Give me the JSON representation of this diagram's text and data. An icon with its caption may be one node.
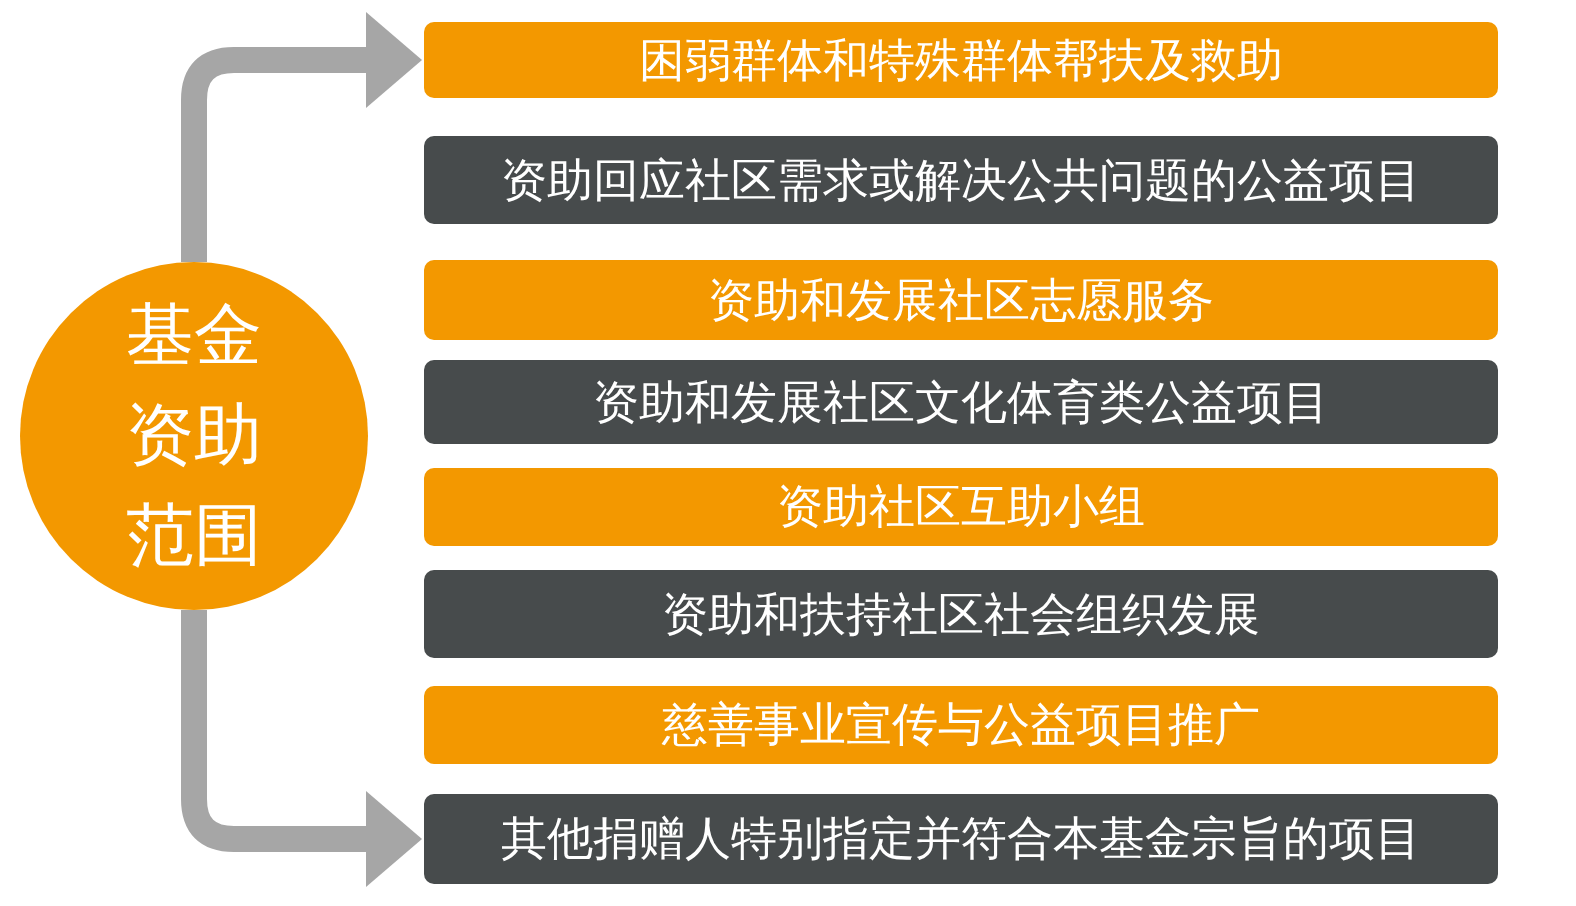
{
  "diagram": {
    "nodes": [
      {
        "text": [
          "基金资助范围"
        ]
      },
      {
        "text": [
          "困弱群体和特殊群体帮扶及救助"
        ]
      },
      {
        "text": [
          "资助回应社区需求或解决公共问题的公益项目"
        ]
      },
      {
        "text": [
          "资助和发展社区志愿服务"
        ]
      },
      {
        "text": [
          "资助和发展社区文化体育类公益项目"
        ]
      },
      {
        "text": [
          "资助社区互助小组"
        ]
      },
      {
        "text": [
          "资助和扶持社区社会组织发展"
        ]
      },
      {
        "text": [
          "慈善事业宣传与公益项目推广"
        ]
      },
      {
        "text": [
          "其他捐赠人特别指定并符合本基金宗旨的项目"
        ]
      }
    ],
    "edges": [
      {
        "from": 0,
        "to": 1,
        "arrow": "to"
      },
      {
        "from": 0,
        "to": 8,
        "arrow": "to"
      }
    ]
  }
}
